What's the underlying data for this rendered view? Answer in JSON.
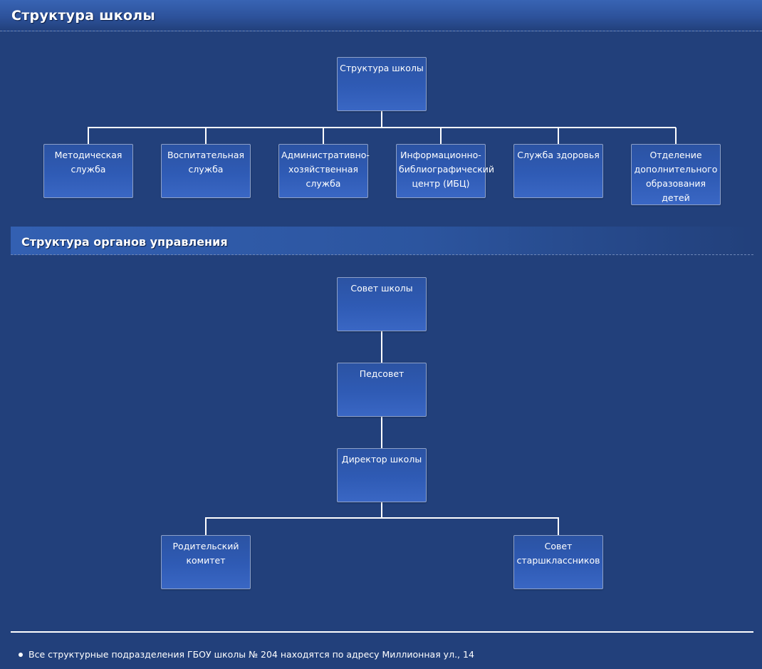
{
  "sections": {
    "school_structure_title": "Структура школы",
    "governance_title": "Структура органов управления"
  },
  "school_tree": {
    "root": "Структура школы",
    "children": [
      "Методическая служба",
      "Воспитательная служба",
      "Административно-хозяйственная служба",
      "Информационно-библиографический центр (ИБЦ)",
      "Служба здоровья",
      "Отделение дополнительного образования детей"
    ]
  },
  "governance_tree": {
    "council": "Совет школы",
    "pedsovet": "Педсовет",
    "director": "Директор школы",
    "parents": "Родительский комитет",
    "seniors": "Совет старшклассников"
  },
  "footer": {
    "note": "Все структурные подразделения ГБОУ школы № 204 находятся по адресу Миллионная ул., 14"
  }
}
